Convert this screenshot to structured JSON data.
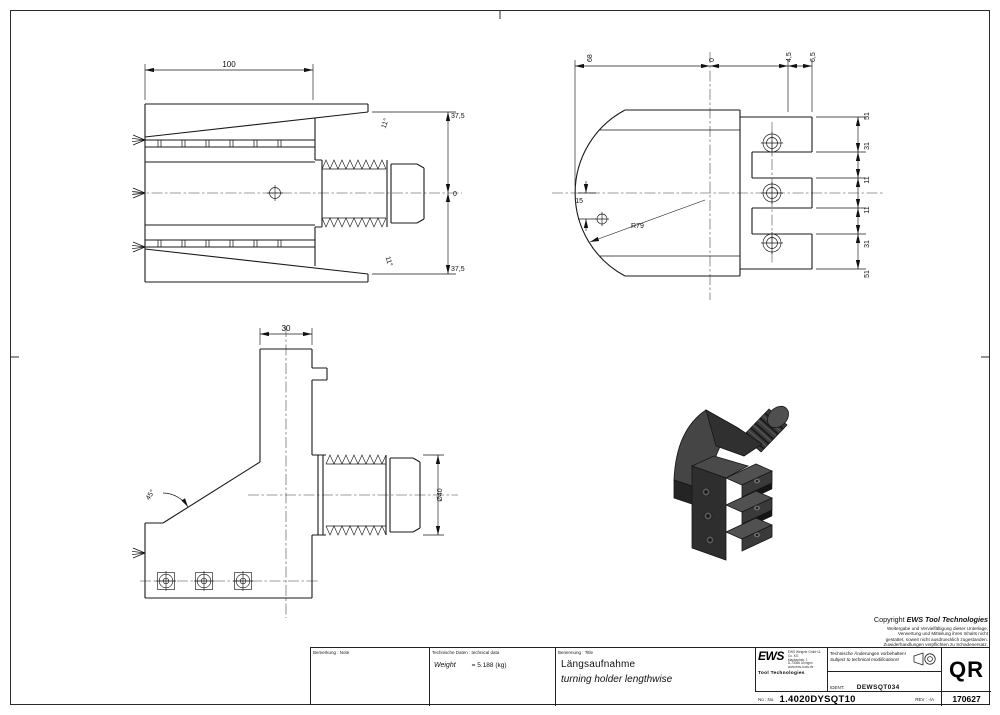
{
  "views": {
    "front": {
      "dim_width": "100",
      "dim_top": "37,5",
      "dim_zero": "0",
      "dim_bottom": "37,5",
      "angle_top": "11°",
      "angle_bottom": "11°"
    },
    "side": {
      "dim_68": "68",
      "dim_0": "0",
      "dim_45": "4,5",
      "dim_65": "6,5",
      "dim_right": [
        "51",
        "31",
        "11",
        "11",
        "31",
        "51"
      ],
      "dim_15": "15",
      "radius": "R79"
    },
    "profile": {
      "dim_30": "30",
      "dim_dia": "Ø40",
      "angle": "45°"
    }
  },
  "copyright": {
    "prefix": "Copyright ",
    "company": "EWS Tool Technologies",
    "lines": [
      "Weitergabe und Vervielfältigung dieser Unterlage,",
      "Verwertung und Mitteilung ihres Inhalts nicht",
      "gestattet, soweit nicht ausdruecklich zugestanden.",
      "Zuwiderhandlungen verpflichten zu Schadenersatz."
    ]
  },
  "title_block": {
    "note_label": "Bemerkung : Note",
    "tech_label": "Technische Daten : technical data",
    "weight_label": "Weight",
    "weight_value": "=  5.188 (kg)",
    "title_label": "Benennung : Title",
    "title_de": "Längsaufnahme",
    "title_en": "turning holder lengthwise",
    "logo_text": "EWS",
    "logo_sub": "Tool Technologies",
    "address_lines": [
      "EWS Weigele GmbH & Co. KG",
      "Maybachstr. 1",
      "D-73066 Uhingen",
      "www.ews-tools.de"
    ],
    "mod_de": "Technische Änderungen vorbehalten!",
    "mod_en": "Subject to technical modifications!",
    "ident_label": "IDENT:",
    "ident_value": "DEWSQT034",
    "no_label": "No : No.",
    "drawing_no": "1.4020DYSQT10",
    "rev_label": "REV :",
    "rev_value": "-/A",
    "code": "QR",
    "date": "170627"
  }
}
